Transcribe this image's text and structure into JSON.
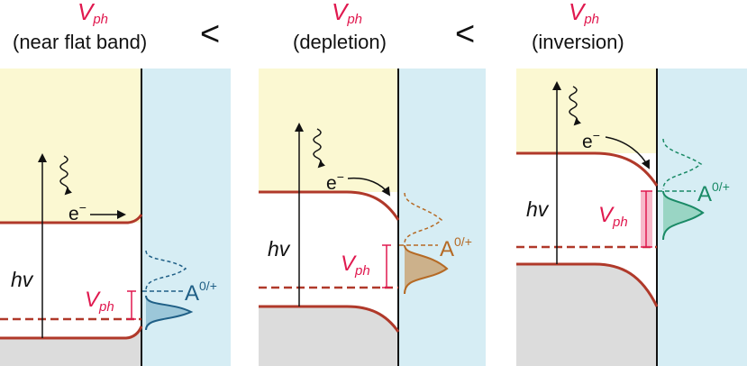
{
  "colors": {
    "accent": "#e0194f",
    "band": "#b0392a",
    "yellow": "#fbf8d2",
    "blue": "#d6edf4",
    "gray": "#dcdcdc",
    "line": "#111111",
    "teal_dark": "#1f5f86",
    "orange": "#b56a25",
    "green": "#1a8a66"
  },
  "header": {
    "v_symbol": "V",
    "v_subscript": "ph",
    "less_than": "<"
  },
  "panels": [
    {
      "title": "(near flat band)",
      "hv": "hv",
      "electron": "e",
      "electron_sup": "−",
      "vph": "V",
      "vph_sub": "ph",
      "acceptor": "A",
      "acceptor_sup": "0/+"
    },
    {
      "title": "(depletion)",
      "hv": "hv",
      "electron": "e",
      "electron_sup": "−",
      "vph": "V",
      "vph_sub": "ph",
      "acceptor": "A",
      "acceptor_sup": "0/+"
    },
    {
      "title": "(inversion)",
      "hv": "hv",
      "electron": "e",
      "electron_sup": "−",
      "vph": "V",
      "vph_sub": "ph",
      "acceptor": "A",
      "acceptor_sup": "0/+"
    }
  ]
}
